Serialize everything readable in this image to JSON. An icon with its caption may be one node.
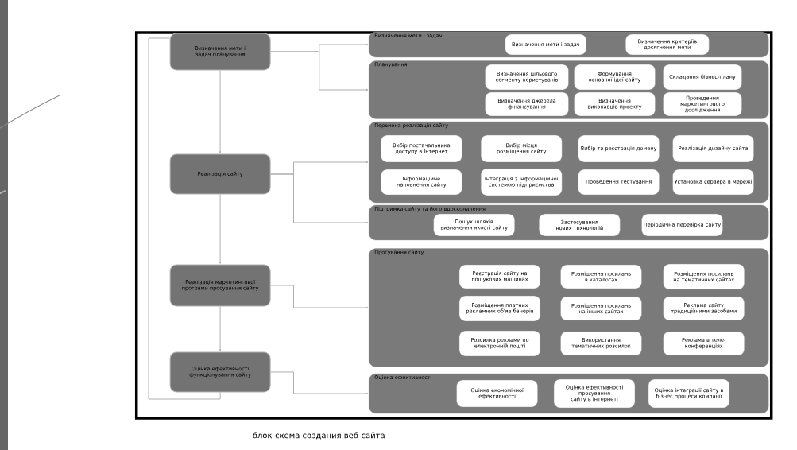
{
  "diagram": {
    "caption": "блок-схема создания веб-сайта",
    "nodes": [
      {
        "text": [
          "Визначення мети і задач планування"
        ]
      },
      {
        "text": [
          "Визначення мети і задач"
        ]
      },
      {
        "text": [
          "Визначення мети і задач"
        ],
        "in": 1
      },
      {
        "text": [
          "Визначення критеріїв досягнення мети"
        ],
        "in": 1
      },
      {
        "text": [
          "Планування"
        ]
      },
      {
        "text": [
          "Визначення цільового сегменту користувачів"
        ],
        "in": 4
      },
      {
        "text": [
          "Формування основної ідеї сайту"
        ],
        "in": 4
      },
      {
        "text": [
          "Складання бізнес-плану"
        ],
        "in": 4
      },
      {
        "text": [
          "Визначення джерела фінансування"
        ],
        "in": 4
      },
      {
        "text": [
          "Визначення виконавців проекту"
        ],
        "in": 4
      },
      {
        "text": [
          "Проведення маркетингового дослідження"
        ],
        "in": 4
      },
      {
        "text": [
          "Реалізація сайту"
        ]
      },
      {
        "text": [
          "Первинна реалізація сайту"
        ]
      },
      {
        "text": [
          "Вибір постачальника доступу в Інтернет"
        ],
        "in": 12
      },
      {
        "text": [
          "Вибір місця розміщення сайту"
        ],
        "in": 12
      },
      {
        "text": [
          "Вибір та реєстрація домену"
        ],
        "in": 12
      },
      {
        "text": [
          "Реалізація дизайну сайта"
        ],
        "in": 12
      },
      {
        "text": [
          "Інформаційне наповнення сайту"
        ],
        "in": 12
      },
      {
        "text": [
          "Інтеграція з інформаційної системою підприємства"
        ],
        "in": 12
      },
      {
        "text": [
          "Проведення тестування"
        ],
        "in": 12
      },
      {
        "text": [
          "Установка сервера в мережі"
        ],
        "in": 12
      },
      {
        "text": [
          "Підтримка сайту та його вдосконалення"
        ]
      },
      {
        "text": [
          "Пошук шляхів визначення якості сайту"
        ],
        "in": 21
      },
      {
        "text": [
          "Застосування нових технологій"
        ],
        "in": 21
      },
      {
        "text": [
          "Періодична перевірка сайту"
        ],
        "in": 21
      },
      {
        "text": [
          "Реалізація маркетингової програми просування сайту"
        ]
      },
      {
        "text": [
          "Просування сайту"
        ]
      },
      {
        "text": [
          "Реєстрація сайту на пошукових машинах"
        ],
        "in": 26
      },
      {
        "text": [
          "Розміщення посилань в каталогах"
        ],
        "in": 26
      },
      {
        "text": [
          "Розміщення посилань на тематичних сайтах"
        ],
        "in": 26
      },
      {
        "text": [
          "Розміщення платних рекламних об'яв банерів"
        ],
        "in": 26
      },
      {
        "text": [
          "Розміщення посилань на інших сайтах"
        ],
        "in": 26
      },
      {
        "text": [
          "Реклама сайту традиційними засобами"
        ],
        "in": 26
      },
      {
        "text": [
          "Розсилка реклами по електронній пошті"
        ],
        "in": 26
      },
      {
        "text": [
          "Використання тематичних розсилок"
        ],
        "in": 26
      },
      {
        "text": [
          "Реклама в теле-конференціях"
        ],
        "in": 26
      },
      {
        "text": [
          "Оцінка ефективності функціонування сайту"
        ]
      },
      {
        "text": [
          "Оцінка ефективності"
        ]
      },
      {
        "text": [
          "Оцінка економічної ефективності"
        ],
        "in": 37
      },
      {
        "text": [
          "Оцінка ефективності просування сайту в Інтернеті"
        ],
        "in": 37
      },
      {
        "text": [
          "Оцінка інтеграції сайту в бізнес процеси компанії"
        ],
        "in": 37
      }
    ],
    "edges": [
      {
        "from": 0,
        "to": 11,
        "arrow": "to"
      },
      {
        "from": 11,
        "to": 25,
        "arrow": "to"
      },
      {
        "from": 25,
        "to": 36,
        "arrow": "to"
      },
      {
        "from": 36,
        "to": 0,
        "arrow": "none"
      },
      {
        "from": 0,
        "to": 1,
        "arrow": "to"
      },
      {
        "from": 0,
        "to": 4,
        "arrow": "to"
      },
      {
        "from": 11,
        "to": 12,
        "arrow": "to"
      },
      {
        "from": 11,
        "to": 21,
        "arrow": "to"
      },
      {
        "from": 25,
        "to": 26,
        "arrow": "to"
      },
      {
        "from": 36,
        "to": 37,
        "arrow": "to"
      }
    ]
  }
}
